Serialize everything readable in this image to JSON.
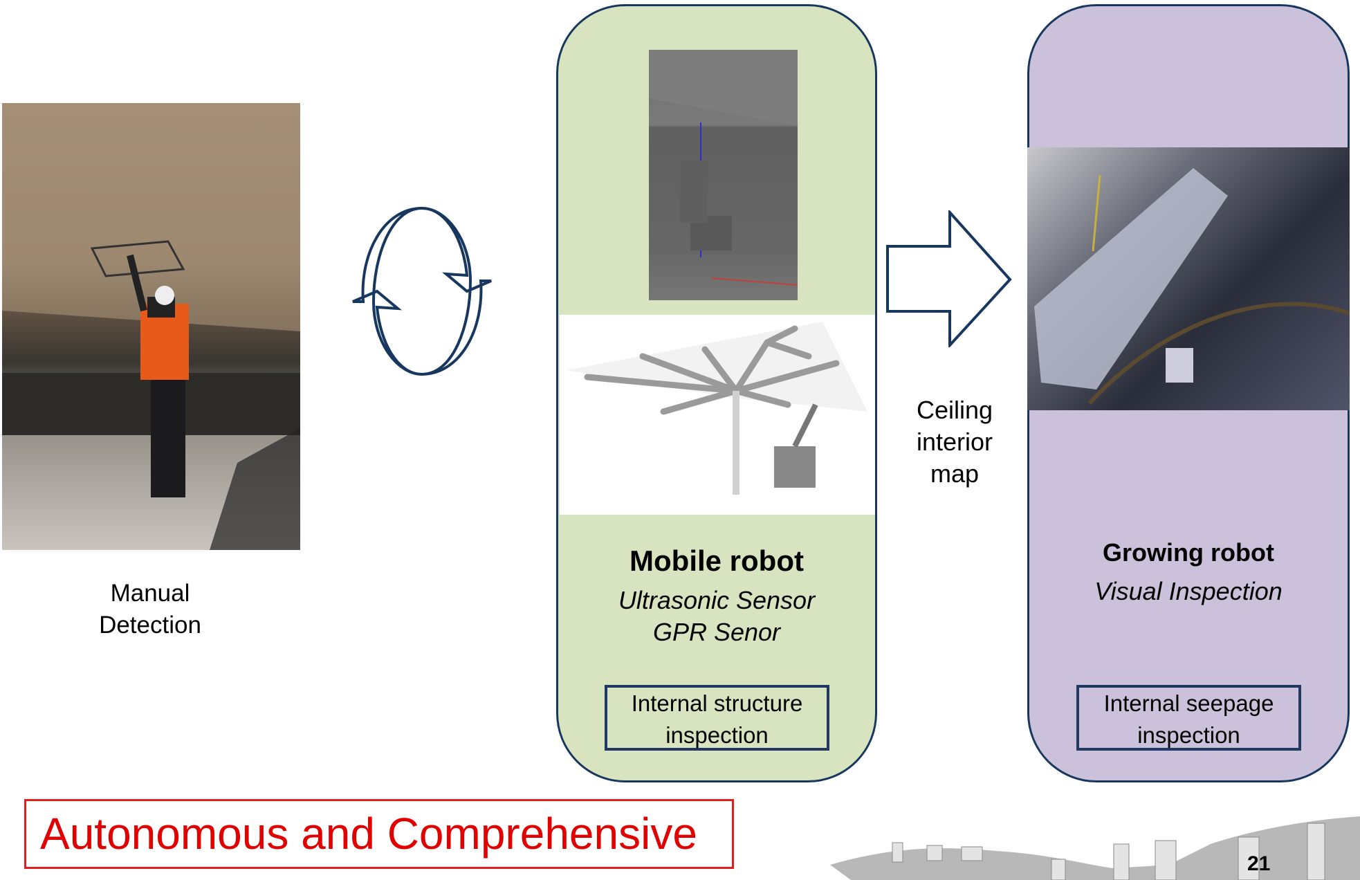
{
  "manual": {
    "label_line1": "Manual",
    "label_line2": "Detection"
  },
  "mobile_robot": {
    "title": "Mobile robot",
    "sensor1": "Ultrasonic Sensor",
    "sensor2": "GPR Senor",
    "box_line1": "Internal structure",
    "box_line2": "inspection"
  },
  "arrow_label": {
    "line1": "Ceiling",
    "line2": "interior",
    "line3": "map"
  },
  "growing_robot": {
    "title": "Growing robot",
    "subtitle": "Visual Inspection",
    "box_line1": "Internal seepage",
    "box_line2": "inspection"
  },
  "banner": "Autonomous and Comprehensive",
  "page_number": "21",
  "colors": {
    "green_panel": "#d8e4bf",
    "purple_panel": "#ccc1da",
    "border": "#17375e",
    "banner_red": "#e00000"
  }
}
